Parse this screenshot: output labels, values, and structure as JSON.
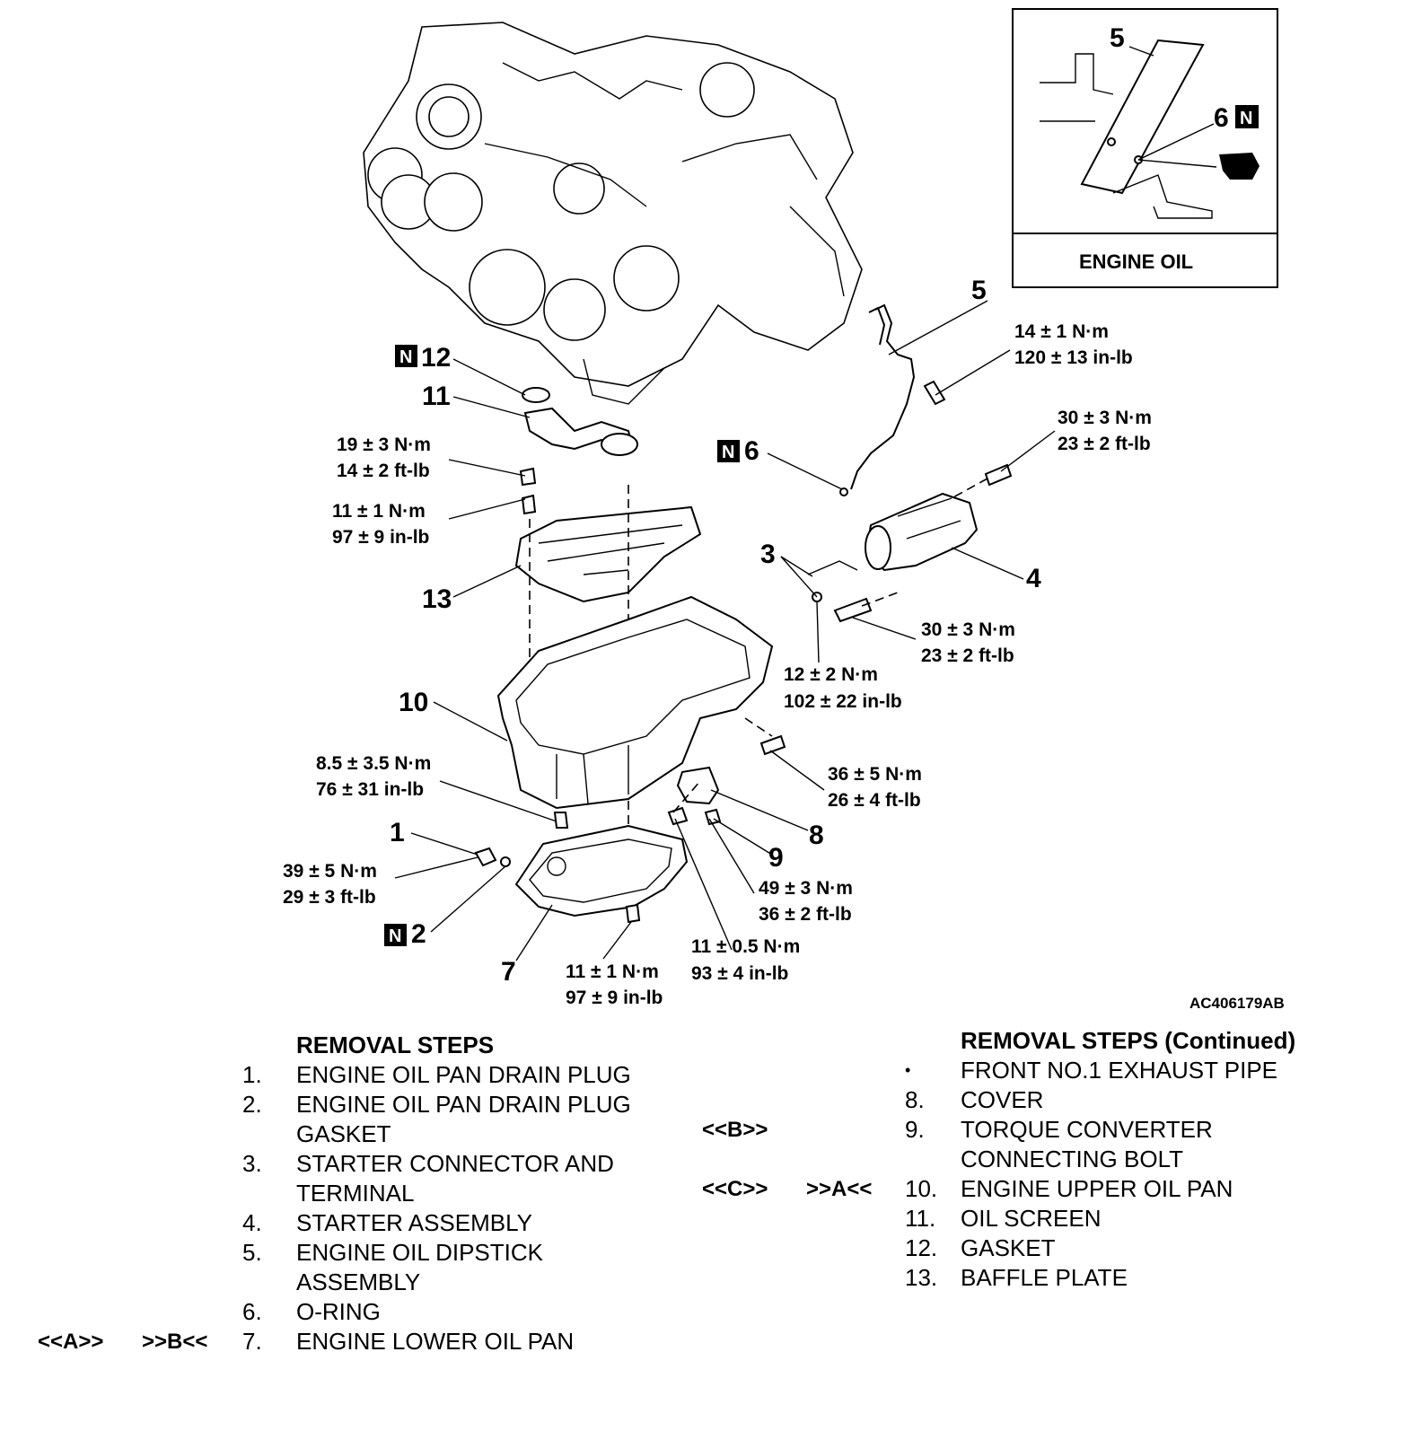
{
  "callouts": {
    "c1": "1",
    "c2": "2",
    "c3": "3",
    "c4": "4",
    "c5": "5",
    "c6": "6",
    "c7": "7",
    "c8": "8",
    "c9": "9",
    "c10": "10",
    "c11": "11",
    "c12": "12",
    "c13": "13",
    "new_part_mark": "N"
  },
  "torques": {
    "t_dipstick_bolt": [
      "14 ± 1 N·m",
      "120 ± 13 in-lb"
    ],
    "t_starter_upper": [
      "30 ± 3 N·m",
      "23 ± 2 ft-lb"
    ],
    "t_starter_lower": [
      "30 ± 3 N·m",
      "23 ± 2 ft-lb"
    ],
    "t_oil_screen": [
      "19 ± 3 N·m",
      "14 ± 2 ft-lb"
    ],
    "t_baffle": [
      "11 ± 1 N·m",
      "97 ± 9 in-lb"
    ],
    "t_connector": [
      "12 ± 2 N·m",
      "102 ± 22 in-lb"
    ],
    "t_upper_pan_bolt": [
      "36 ± 5 N·m",
      "26 ± 4 ft-lb"
    ],
    "t_upper_pan_small": [
      "8.5 ± 3.5 N·m",
      "76 ± 31 in-lb"
    ],
    "t_drain_plug": [
      "39 ± 5 N·m",
      "29 ± 3 ft-lb"
    ],
    "t_converter_bolt": [
      "49 ± 3 N·m",
      "36 ± 2 ft-lb"
    ],
    "t_cover_bolt": [
      "11 ± 0.5 N·m",
      "93 ± 4 in-lb"
    ],
    "t_lower_pan": [
      "11 ± 1 N·m",
      "97 ± 9 in-lb"
    ]
  },
  "inset": {
    "label": "ENGINE OIL",
    "c5": "5",
    "c6": "6"
  },
  "figure_code": "AC406179AB",
  "removal_steps": {
    "header": "REMOVAL STEPS",
    "items": [
      {
        "no": "1.",
        "text": "ENGINE OIL PAN DRAIN PLUG"
      },
      {
        "no": "2.",
        "text": "ENGINE OIL PAN DRAIN PLUG",
        "text2": "GASKET"
      },
      {
        "no": "3.",
        "text": "STARTER CONNECTOR AND",
        "text2": "TERMINAL"
      },
      {
        "no": "4.",
        "text": "STARTER ASSEMBLY"
      },
      {
        "no": "5.",
        "text": "ENGINE OIL DIPSTICK",
        "text2": "ASSEMBLY"
      },
      {
        "no": "6.",
        "text": "O-RING"
      },
      {
        "no": "7.",
        "text": "ENGINE LOWER OIL PAN",
        "code_a": "<<A>>",
        "code_b": ">>B<<"
      }
    ]
  },
  "removal_steps_continued": {
    "header": "REMOVAL STEPS (Continued)",
    "items": [
      {
        "no": "•",
        "text": "FRONT NO.1 EXHAUST PIPE"
      },
      {
        "no": "8.",
        "text": "COVER"
      },
      {
        "no": "9.",
        "text": "TORQUE CONVERTER",
        "text2": "CONNECTING BOLT",
        "code_a": "<<B>>"
      },
      {
        "no": "10.",
        "text": "ENGINE UPPER OIL PAN",
        "code_a": "<<C>>",
        "code_b": ">>A<<"
      },
      {
        "no": "11.",
        "text": "OIL SCREEN"
      },
      {
        "no": "12.",
        "text": "GASKET"
      },
      {
        "no": "13.",
        "text": "BAFFLE PLATE"
      }
    ]
  }
}
